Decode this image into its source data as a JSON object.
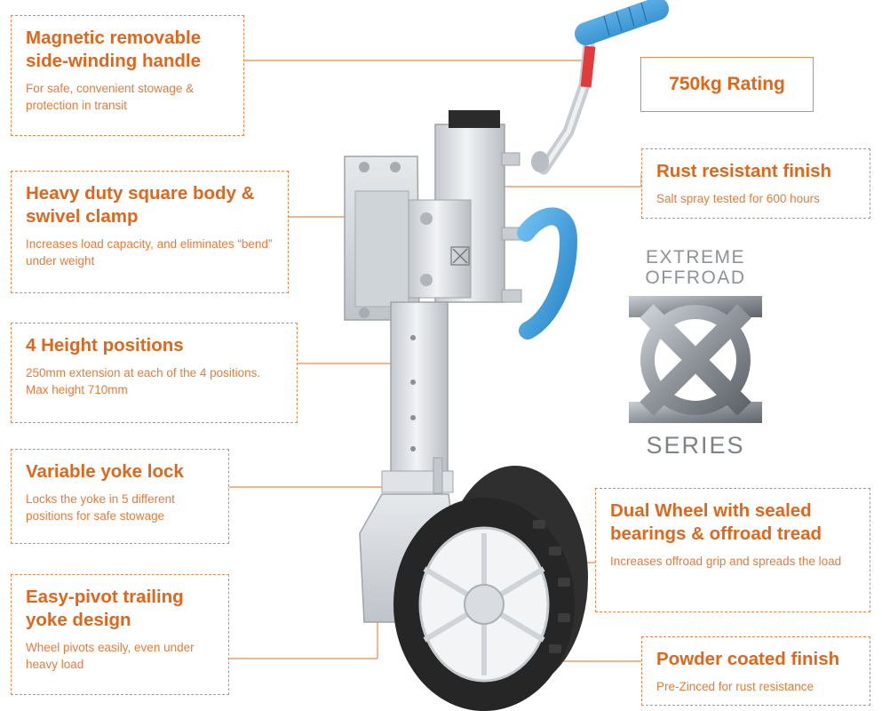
{
  "rating": "750kg Rating",
  "brand": {
    "line1": "EXTREME",
    "line2": "OFFROAD",
    "line3": "SERIES"
  },
  "callouts": [
    {
      "title": "Magnetic removable side-winding handle",
      "desc": "For safe, convenient stowage & protection in transit"
    },
    {
      "title": "Heavy duty square body & swivel clamp",
      "desc": "Increases load capacity, and eliminates “bend” under weight"
    },
    {
      "title": "4 Height positions",
      "desc": "250mm extension at each of the 4 positions. Max height 710mm"
    },
    {
      "title": "Variable yoke lock",
      "desc": "Locks the yoke in 5 different positions for safe stowage"
    },
    {
      "title": "Easy-pivot trailing yoke design",
      "desc": "Wheel pivots easily, even under heavy load"
    },
    {
      "title": "Rust resistant finish",
      "desc": "Salt spray tested for 600 hours"
    },
    {
      "title": "Dual Wheel with sealed bearings & offroad tread",
      "desc": "Increases offroad grip and spreads the load"
    },
    {
      "title": "Powder coated finish",
      "desc": "Pre-Zinced for rust resistance"
    }
  ],
  "colors": {
    "accent": "#e0661c",
    "border": "#e58a4e",
    "metal": "#d7dbe0",
    "grip": "#3a9ad9",
    "tyre": "#2d2d2d",
    "brand_grey": "#8e9398"
  }
}
